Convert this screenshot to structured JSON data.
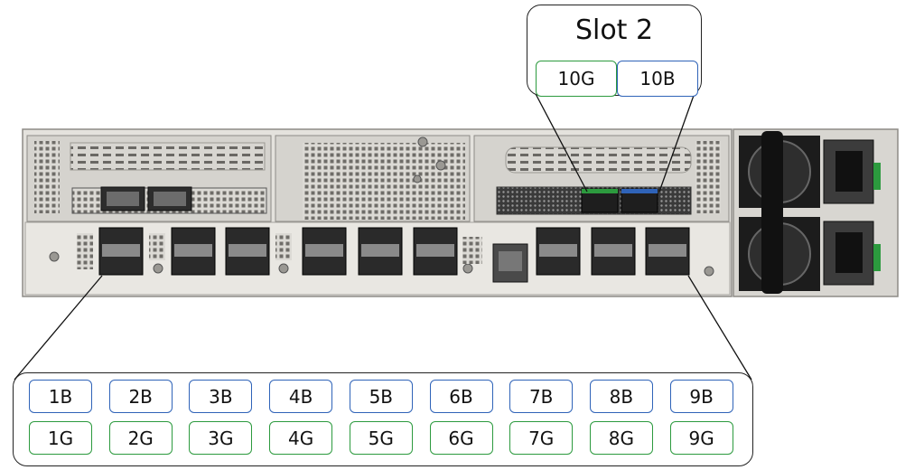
{
  "slot_callout": {
    "title": "Slot 2",
    "ports": [
      {
        "label": "10G",
        "color": "green"
      },
      {
        "label": "10B",
        "color": "blue"
      }
    ]
  },
  "bottom_callout": {
    "top_row": [
      "1B",
      "2B",
      "3B",
      "4B",
      "5B",
      "6B",
      "7B",
      "8B",
      "9B"
    ],
    "bottom_row": [
      "1G",
      "2G",
      "3G",
      "4G",
      "5G",
      "6G",
      "7G",
      "8G",
      "9G"
    ]
  },
  "colors": {
    "blue_port": "#2f63b8",
    "green_port": "#2c9a3e",
    "chassis": "#e6e4df",
    "chassis_dark": "#bdbab3"
  }
}
